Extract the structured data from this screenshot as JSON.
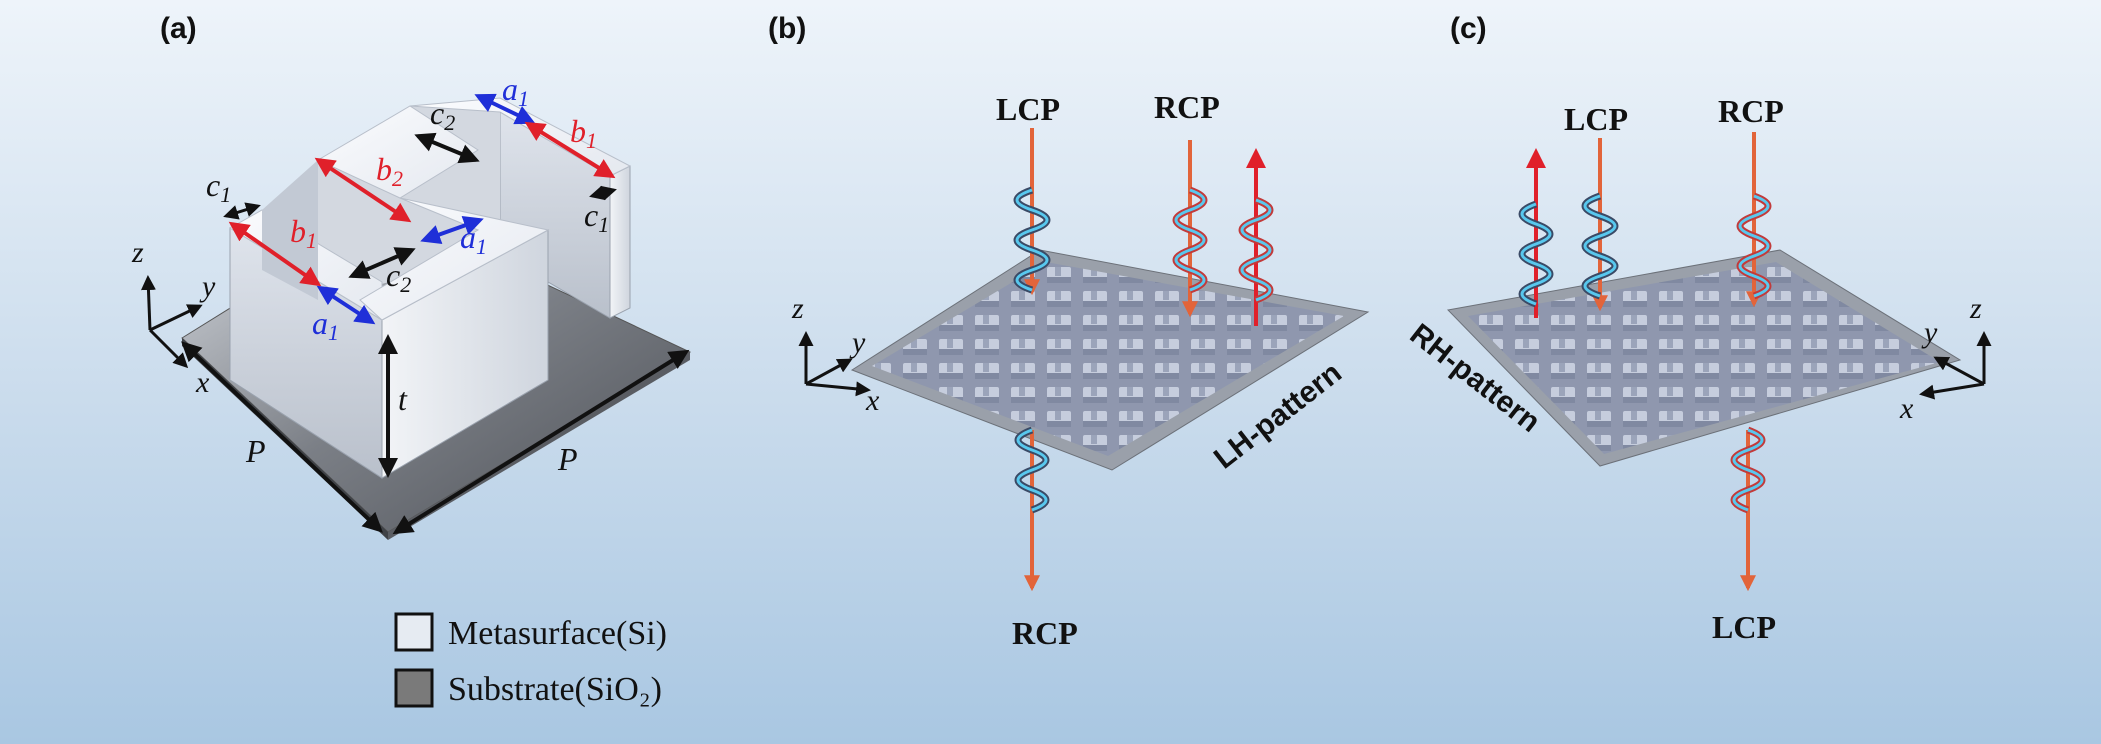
{
  "panels": {
    "a": {
      "label": "(a)",
      "dims": {
        "a1": "a",
        "a_sub": "1",
        "b1": "b",
        "b1_sub": "1",
        "b2": "b",
        "b2_sub": "2",
        "c1": "c",
        "c1_sub": "1",
        "c2": "c",
        "c2_sub": "2",
        "t": "t",
        "P": "P"
      },
      "axes": {
        "x": "x",
        "y": "y",
        "z": "z"
      }
    },
    "b": {
      "label": "(b)",
      "incident_left": "LCP",
      "incident_right": "RCP",
      "transmitted": "RCP",
      "pattern": "LH-pattern",
      "axes": {
        "x": "x",
        "y": "y",
        "z": "z"
      }
    },
    "c": {
      "label": "(c)",
      "incident_left": "LCP",
      "incident_right": "RCP",
      "transmitted": "LCP",
      "pattern": "RH-pattern",
      "axes": {
        "x": "x",
        "y": "y",
        "z": "z"
      }
    }
  },
  "legend": {
    "items": [
      {
        "label": "Metasurface(Si)",
        "color": "#e6ebf2"
      },
      {
        "label": "Substrate(SiO₂)",
        "color": "#7a7a7a"
      }
    ]
  },
  "colors": {
    "red": "#e0202a",
    "blue": "#1f2fd8",
    "black": "#111111"
  }
}
